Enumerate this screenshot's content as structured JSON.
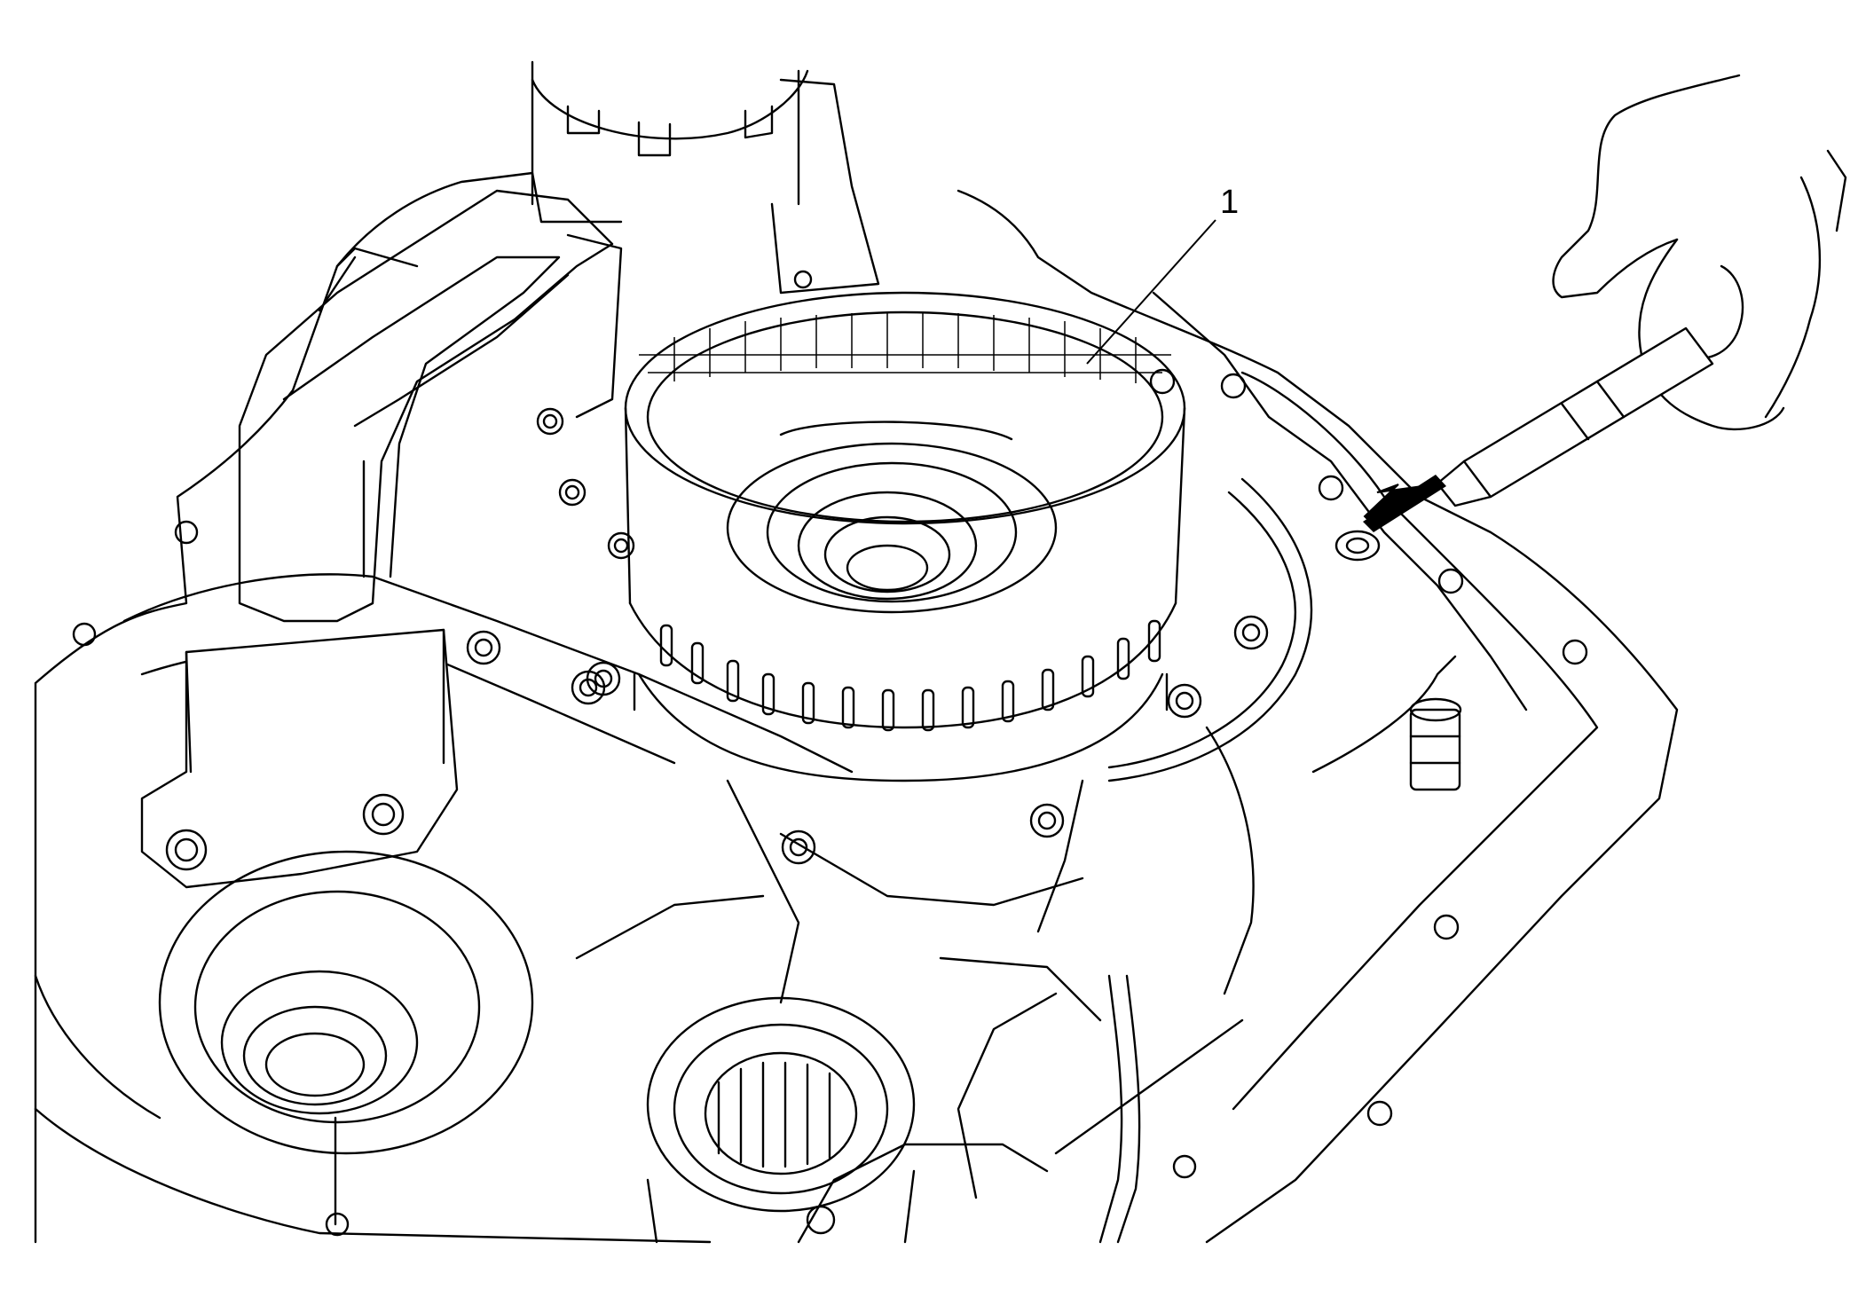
{
  "figure": {
    "callouts": [
      {
        "id": "1",
        "label": "1",
        "refers_to": "clutch-housing-drum"
      }
    ],
    "indicator": {
      "type": "arrow",
      "points_to": "case-bolt-hole"
    },
    "colors": {
      "line": "#000000",
      "background": "#ffffff"
    }
  }
}
